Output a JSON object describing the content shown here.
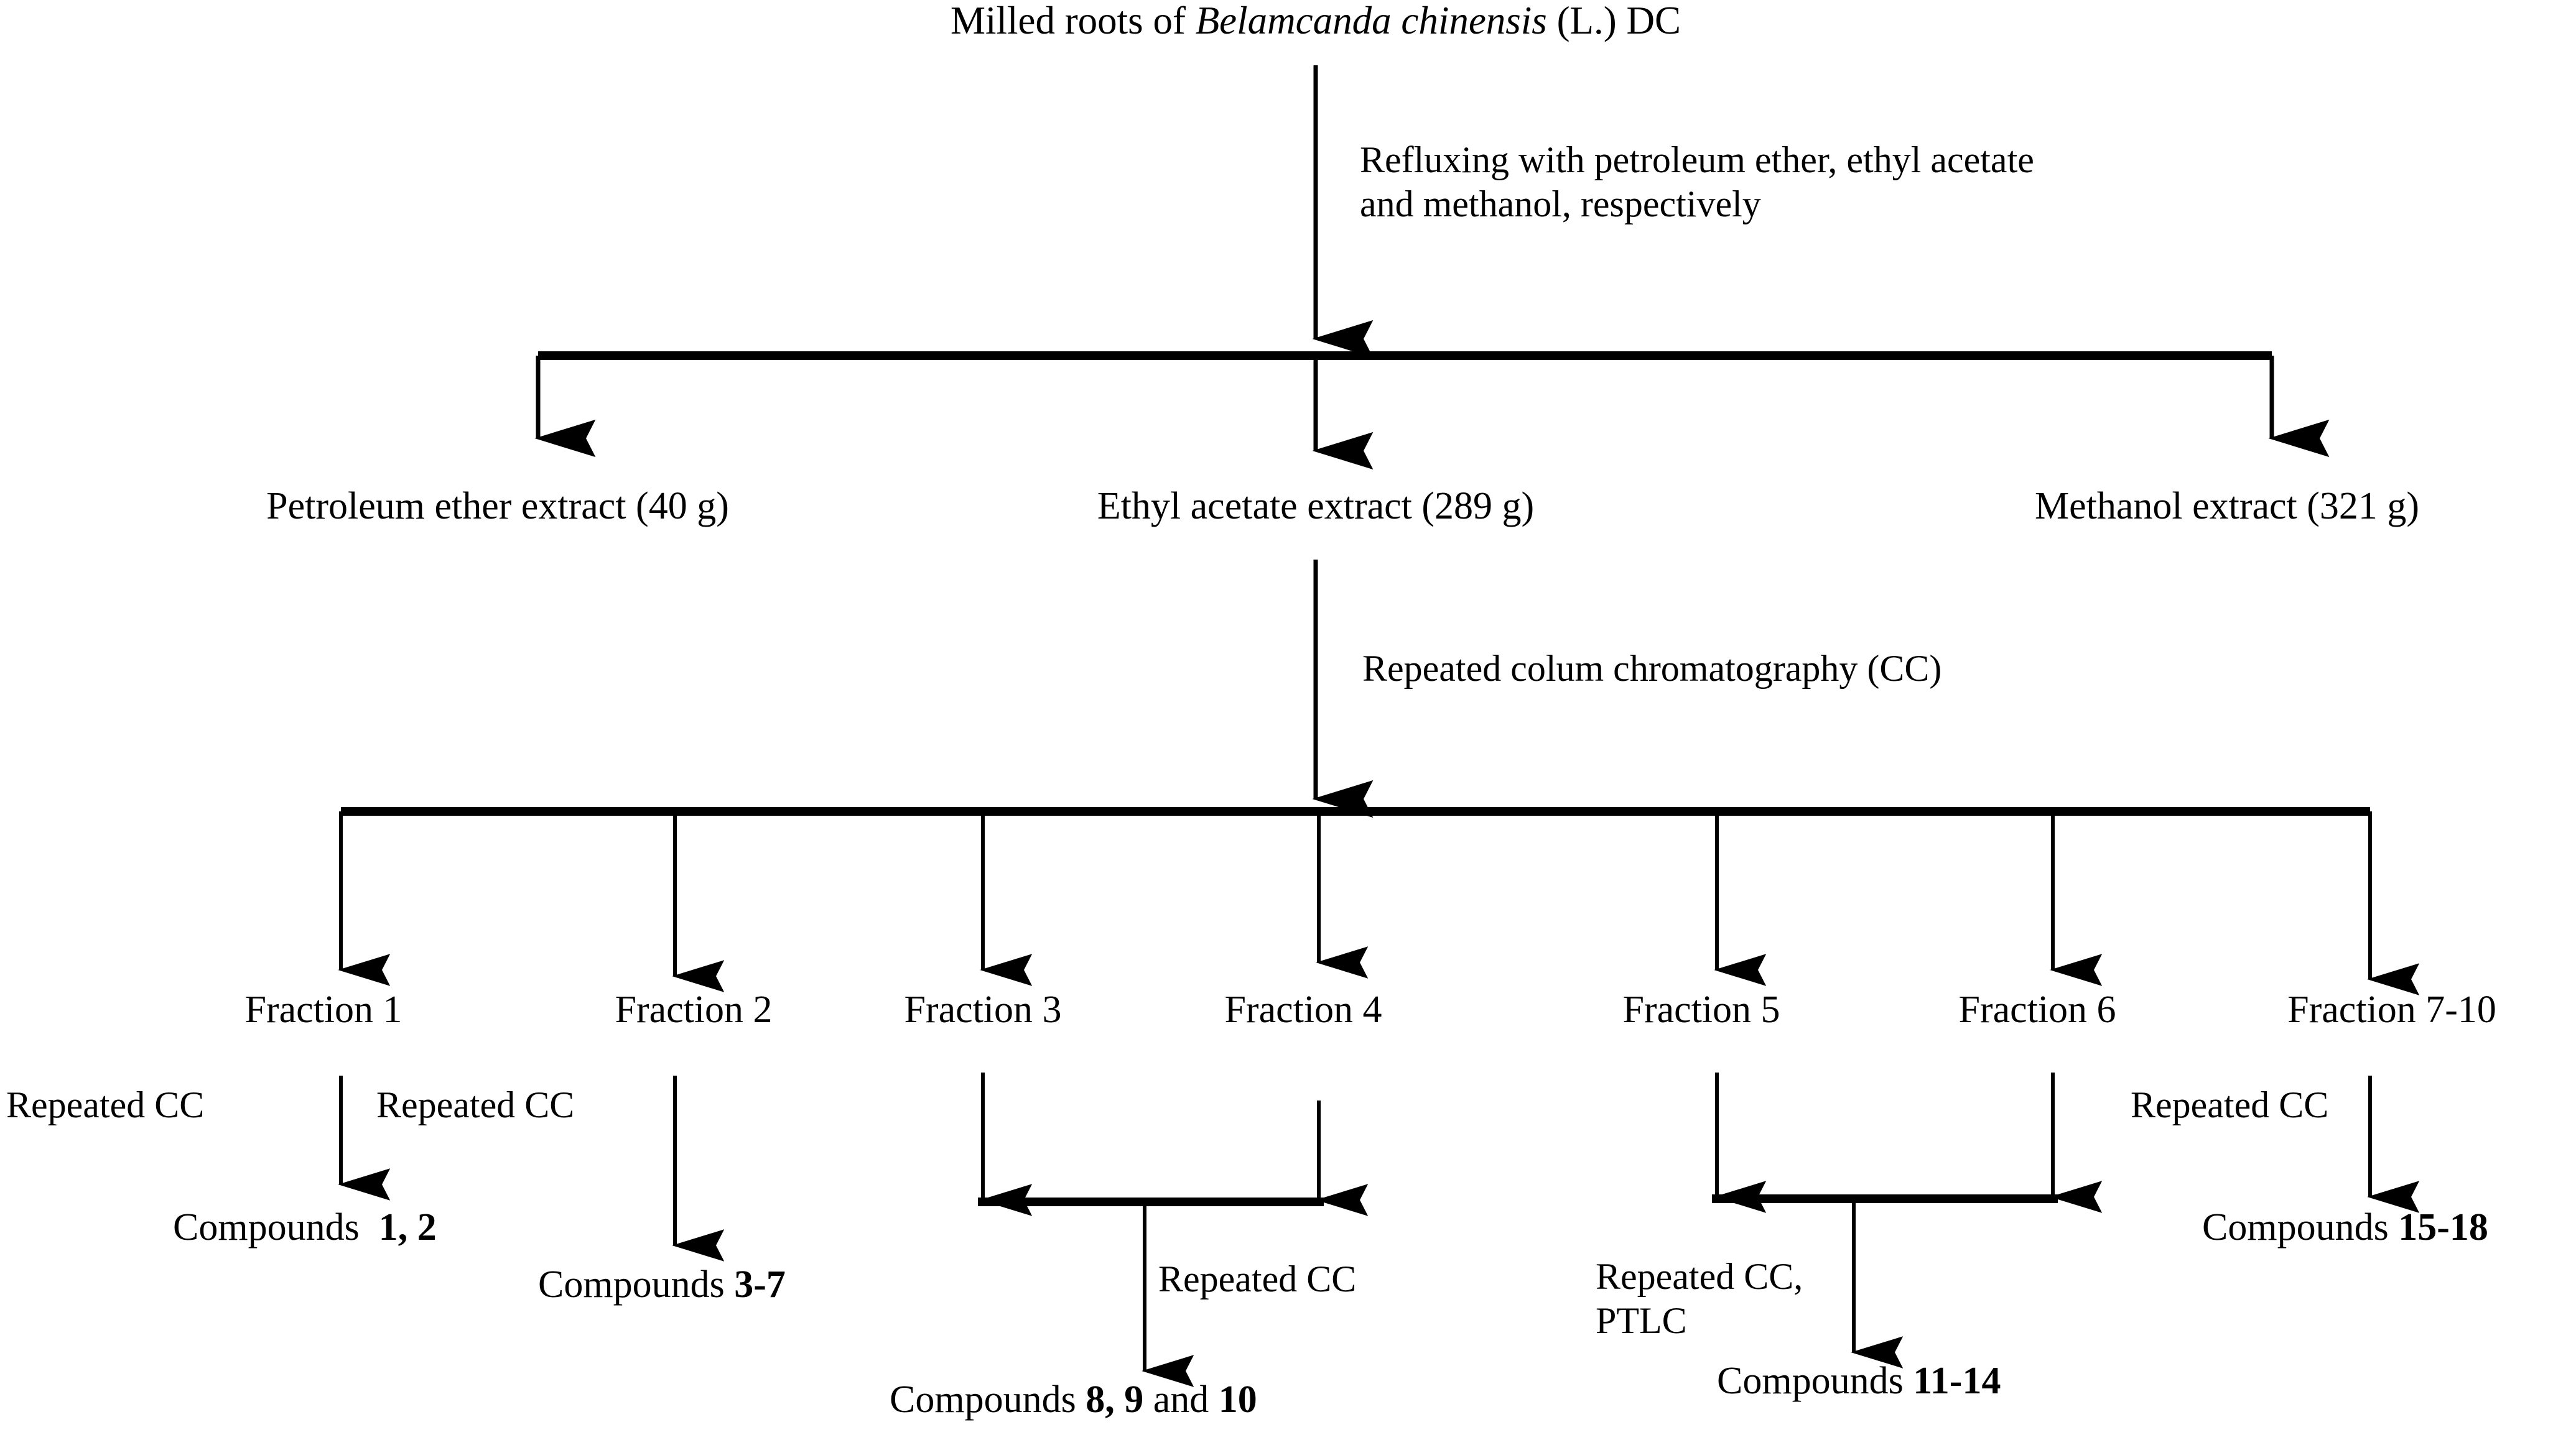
{
  "diagram": {
    "title_prefix": "Milled roots of ",
    "title_species": "Belamcanda chinensis",
    "title_suffix": " (L.) DC",
    "annotations": {
      "reflux_line1": "Refluxing with petroleum ether, ethyl acetate",
      "reflux_line2": "and methanol, respectively",
      "repeated_column_chromatography": "Repeated colum chromatography (CC)",
      "repeated_cc_f1": "Repeated CC",
      "repeated_cc_f2": "Repeated CC",
      "repeated_cc_f34": "Repeated CC",
      "repeated_cc_ptlc_line1": "Repeated CC,",
      "repeated_cc_ptlc_line2": "PTLC",
      "repeated_cc_f710": "Repeated CC"
    },
    "extracts": [
      {
        "name": "petroleum-ether-extract",
        "label": "Petroleum ether extract (40 g)"
      },
      {
        "name": "ethyl-acetate-extract",
        "label": "Ethyl acetate extract (289 g)"
      },
      {
        "name": "methanol-extract",
        "label": "Methanol extract (321 g)"
      }
    ],
    "fractions": [
      {
        "name": "fraction-1",
        "label": "Fraction 1"
      },
      {
        "name": "fraction-2",
        "label": "Fraction 2"
      },
      {
        "name": "fraction-3",
        "label": "Fraction 3"
      },
      {
        "name": "fraction-4",
        "label": "Fraction 4"
      },
      {
        "name": "fraction-5",
        "label": "Fraction 5"
      },
      {
        "name": "fraction-6",
        "label": "Fraction 6"
      },
      {
        "name": "fraction-7-10",
        "label": "Fraction 7-10"
      }
    ],
    "compounds": [
      {
        "name": "compounds-1-2",
        "prefix": "Compounds  ",
        "numbers": "1, 2",
        "suffix": ""
      },
      {
        "name": "compounds-3-7",
        "prefix": "Compounds ",
        "numbers": "3-7",
        "suffix": ""
      },
      {
        "name": "compounds-8-9-10",
        "prefix": "Compounds ",
        "numbers": "8, 9",
        "mid": " and ",
        "numbers2": "10",
        "suffix": ""
      },
      {
        "name": "compounds-11-14",
        "prefix": "Compounds ",
        "numbers": "11-14",
        "suffix": ""
      },
      {
        "name": "compounds-15-18",
        "prefix": "Compounds ",
        "numbers": "15-18",
        "suffix": ""
      }
    ],
    "colors": {
      "stroke": "#000000",
      "background": "#ffffff",
      "text": "#000000"
    }
  }
}
